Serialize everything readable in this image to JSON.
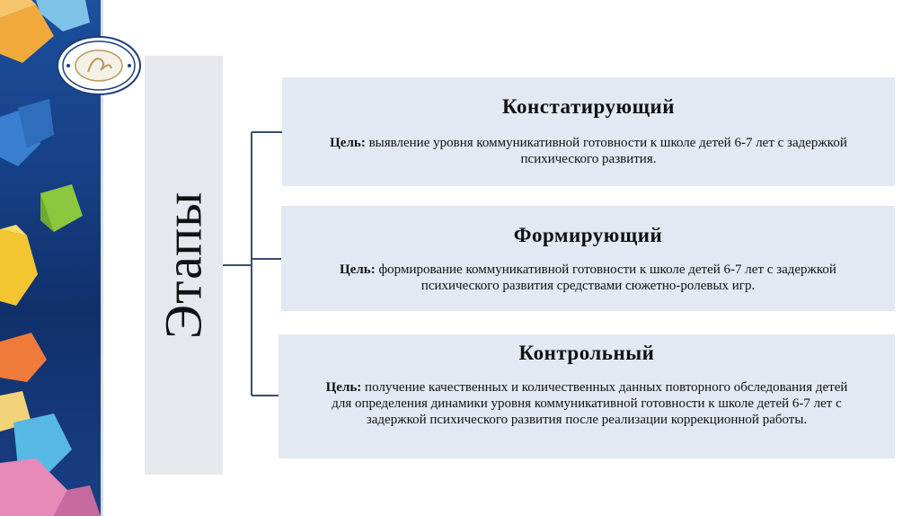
{
  "title": "Этапы",
  "stages": [
    {
      "name": "Констатирующий",
      "goal_label": "Цель:",
      "goal_text": "выявление уровня коммуникативной готовности к школе детей 6-7 лет с задержкой психического развития."
    },
    {
      "name": "Формирующий",
      "goal_label": "Цель:",
      "goal_text": "формирование коммуникативной готовности к школе детей 6-7 лет с задержкой психического развития средствами сюжетно-ролевых игр."
    },
    {
      "name": "Контрольный",
      "goal_label": "Цель:",
      "goal_text": "получение качественных и количественных данных повторного обследования детей для определения динамики уровня коммуникативной готовности к школе детей 6-7 лет с задержкой психического развития после реализации коррекционной работы."
    }
  ],
  "colors": {
    "stage_bg": "#e3e9f2",
    "title_bg": "#e6e8ee",
    "connector": "#3a4e6e",
    "strip": "#163f85"
  }
}
